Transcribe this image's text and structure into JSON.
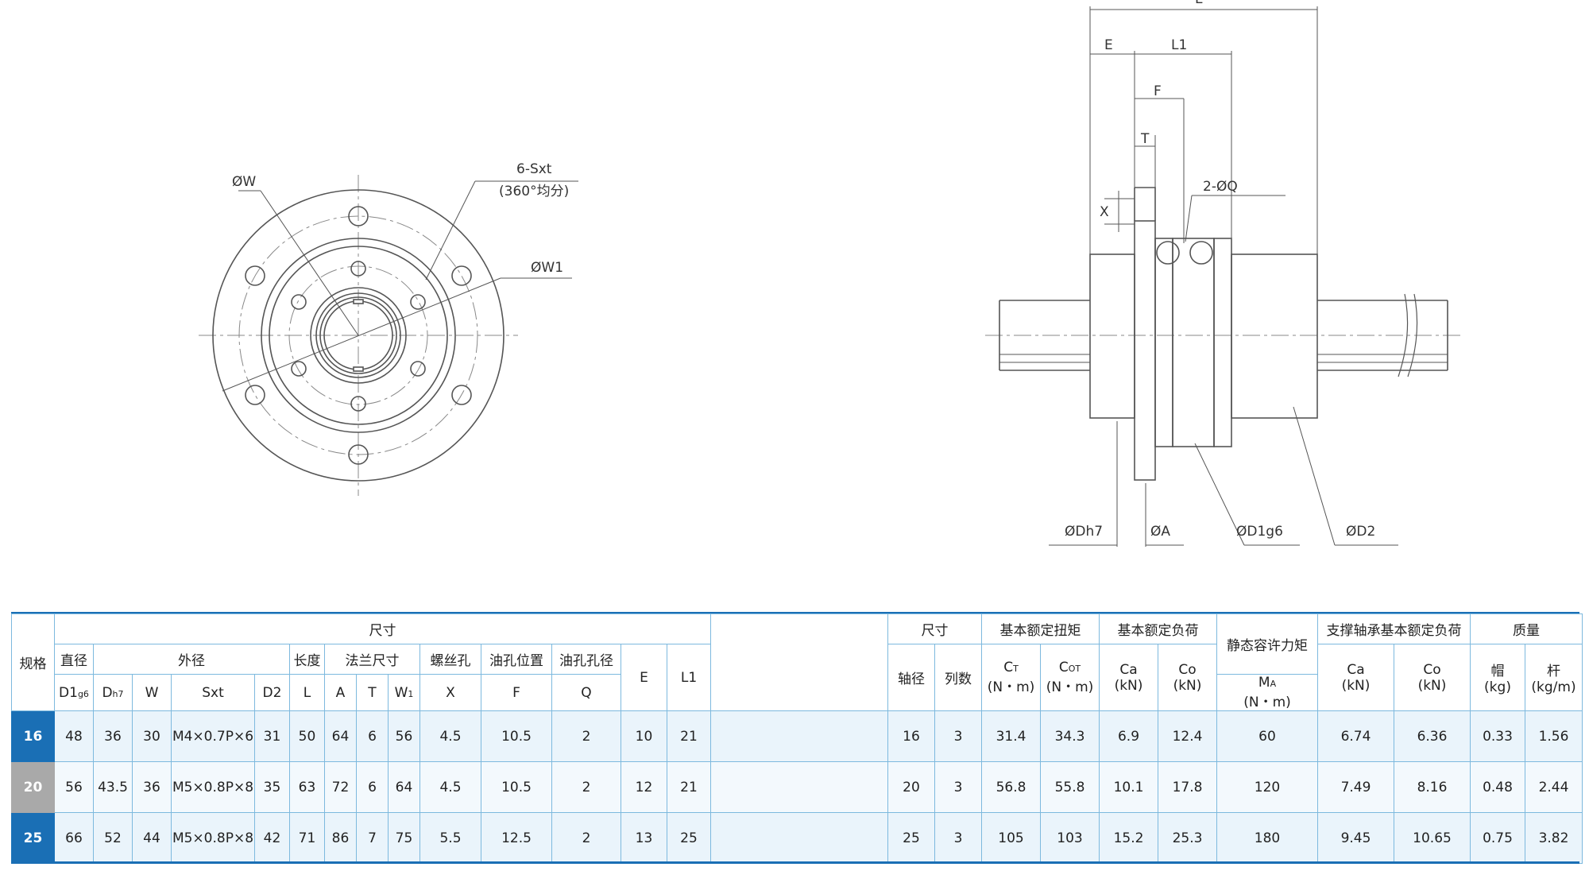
{
  "drawing": {
    "front": {
      "label_w": "ØW",
      "label_sxt": "6-Sxt",
      "label_sxt_note": "(360°均分)",
      "label_w1": "ØW1"
    },
    "side": {
      "label_l": "L",
      "label_e": "E",
      "label_l1": "L1",
      "label_f": "F",
      "label_t": "T",
      "label_x": "X",
      "label_q": "2-ØQ",
      "label_dh7": "ØDh7",
      "label_a": "ØA",
      "label_d1": "ØD1g6",
      "label_d2": "ØD2"
    }
  },
  "table": {
    "header": {
      "spec": "规格",
      "size": "尺寸",
      "diameter": "直径",
      "outer": "外径",
      "length": "长度",
      "flange": "法兰尺寸",
      "screw": "螺丝孔",
      "oil_pos": "油孔位置",
      "oil_dia": "油孔孔径",
      "e": "E",
      "l1": "L1",
      "d1": "D1",
      "d1_sub": "g6",
      "dh": "D",
      "dh_sub": "h7",
      "w": "W",
      "sxt": "Sxt",
      "d2": "D2",
      "l": "L",
      "a": "A",
      "t": "T",
      "w1": "W",
      "w1_sub": "1",
      "x": "X",
      "f": "F",
      "q": "Q",
      "size2": "尺寸",
      "shaft": "轴径",
      "rows": "列数",
      "torque": "基本额定扭矩",
      "ct": "C",
      "ct_sub": "T",
      "cot": "C",
      "cot_sub": "OT",
      "nm": "(N・m)",
      "load": "基本额定负荷",
      "ca": "Ca",
      "co": "Co",
      "kn": "(kN)",
      "static": "静态容许力矩",
      "ma": "M",
      "ma_sub": "A",
      "support": "支撑轴承基本额定负荷",
      "mass": "质量",
      "cap": "帽",
      "kg": "(kg)",
      "rod": "杆",
      "kgm": "(kg/m)"
    },
    "rows": [
      {
        "spec": "16",
        "d1": "48",
        "dh": "36",
        "w": "30",
        "sxt": "M4×0.7P×6",
        "d2": "31",
        "l": "50",
        "a": "64",
        "t": "6",
        "w1": "56",
        "x": "4.5",
        "f": "10.5",
        "q": "2",
        "e": "10",
        "l1": "21",
        "shaft": "16",
        "rows": "3",
        "ct": "31.4",
        "cot": "34.3",
        "ca": "6.9",
        "co": "12.4",
        "ma": "60",
        "sca": "6.74",
        "sco": "6.36",
        "cap": "0.33",
        "rod": "1.56"
      },
      {
        "spec": "20",
        "d1": "56",
        "dh": "43.5",
        "w": "36",
        "sxt": "M5×0.8P×8",
        "d2": "35",
        "l": "63",
        "a": "72",
        "t": "6",
        "w1": "64",
        "x": "4.5",
        "f": "10.5",
        "q": "2",
        "e": "12",
        "l1": "21",
        "shaft": "20",
        "rows": "3",
        "ct": "56.8",
        "cot": "55.8",
        "ca": "10.1",
        "co": "17.8",
        "ma": "120",
        "sca": "7.49",
        "sco": "8.16",
        "cap": "0.48",
        "rod": "2.44"
      },
      {
        "spec": "25",
        "d1": "66",
        "dh": "52",
        "w": "44",
        "sxt": "M5×0.8P×8",
        "d2": "42",
        "l": "71",
        "a": "86",
        "t": "7",
        "w1": "75",
        "x": "5.5",
        "f": "12.5",
        "q": "2",
        "e": "13",
        "l1": "25",
        "shaft": "25",
        "rows": "3",
        "ct": "105",
        "cot": "103",
        "ca": "15.2",
        "co": "25.3",
        "ma": "180",
        "sca": "9.45",
        "sco": "10.65",
        "cap": "0.75",
        "rod": "3.82"
      }
    ]
  }
}
